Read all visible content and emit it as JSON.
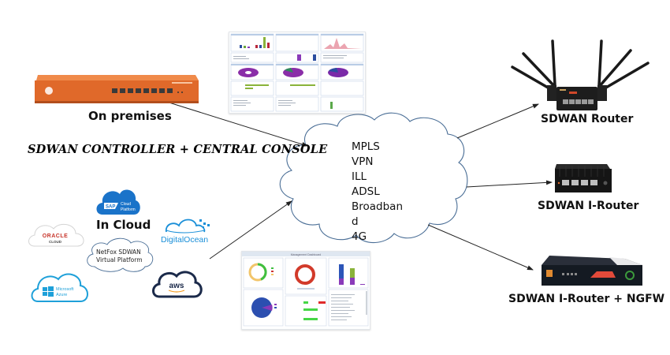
{
  "diagram": {
    "on_premises": {
      "label": "On premises",
      "device": "orange-rackmount-controller"
    },
    "controller_title": "SDWAN CONTROLLER + CENTRAL CONSOLE",
    "in_cloud": {
      "label": "In Cloud",
      "center_cloud_lines": [
        "NetFox SDWAN",
        "Virtual Platform"
      ],
      "providers": [
        {
          "name": "SAP",
          "sub": [
            "Cloud",
            "Platform"
          ],
          "color": "#1a73c9"
        },
        {
          "name": "ORACLE",
          "sub": [
            "CLOUD"
          ],
          "color": "#c7352b"
        },
        {
          "name": "DigitalOcean",
          "sub": [],
          "color": "#1a8fd8"
        },
        {
          "name": "Microsoft",
          "sub": [
            "Azure"
          ],
          "color": "#1ea0d9"
        },
        {
          "name": "aws",
          "sub": [],
          "color": "#1b2a4a"
        }
      ]
    },
    "network_cloud": {
      "links": [
        "MPLS",
        "VPN",
        "ILL",
        "ADSL",
        "Broadband",
        "4G"
      ],
      "outline_color": "#4a6e96"
    },
    "devices": [
      {
        "label": "SDWAN Router"
      },
      {
        "label": "SDWAN I-Router"
      },
      {
        "label": "SDWAN I-Router + NGFW"
      }
    ],
    "dashboards": {
      "top_title": "",
      "bottom_title": "Management Dashboard"
    },
    "colors": {
      "orange": "#e0692a",
      "cloud_outline": "#4a6e96",
      "arrow": "#222222"
    }
  }
}
